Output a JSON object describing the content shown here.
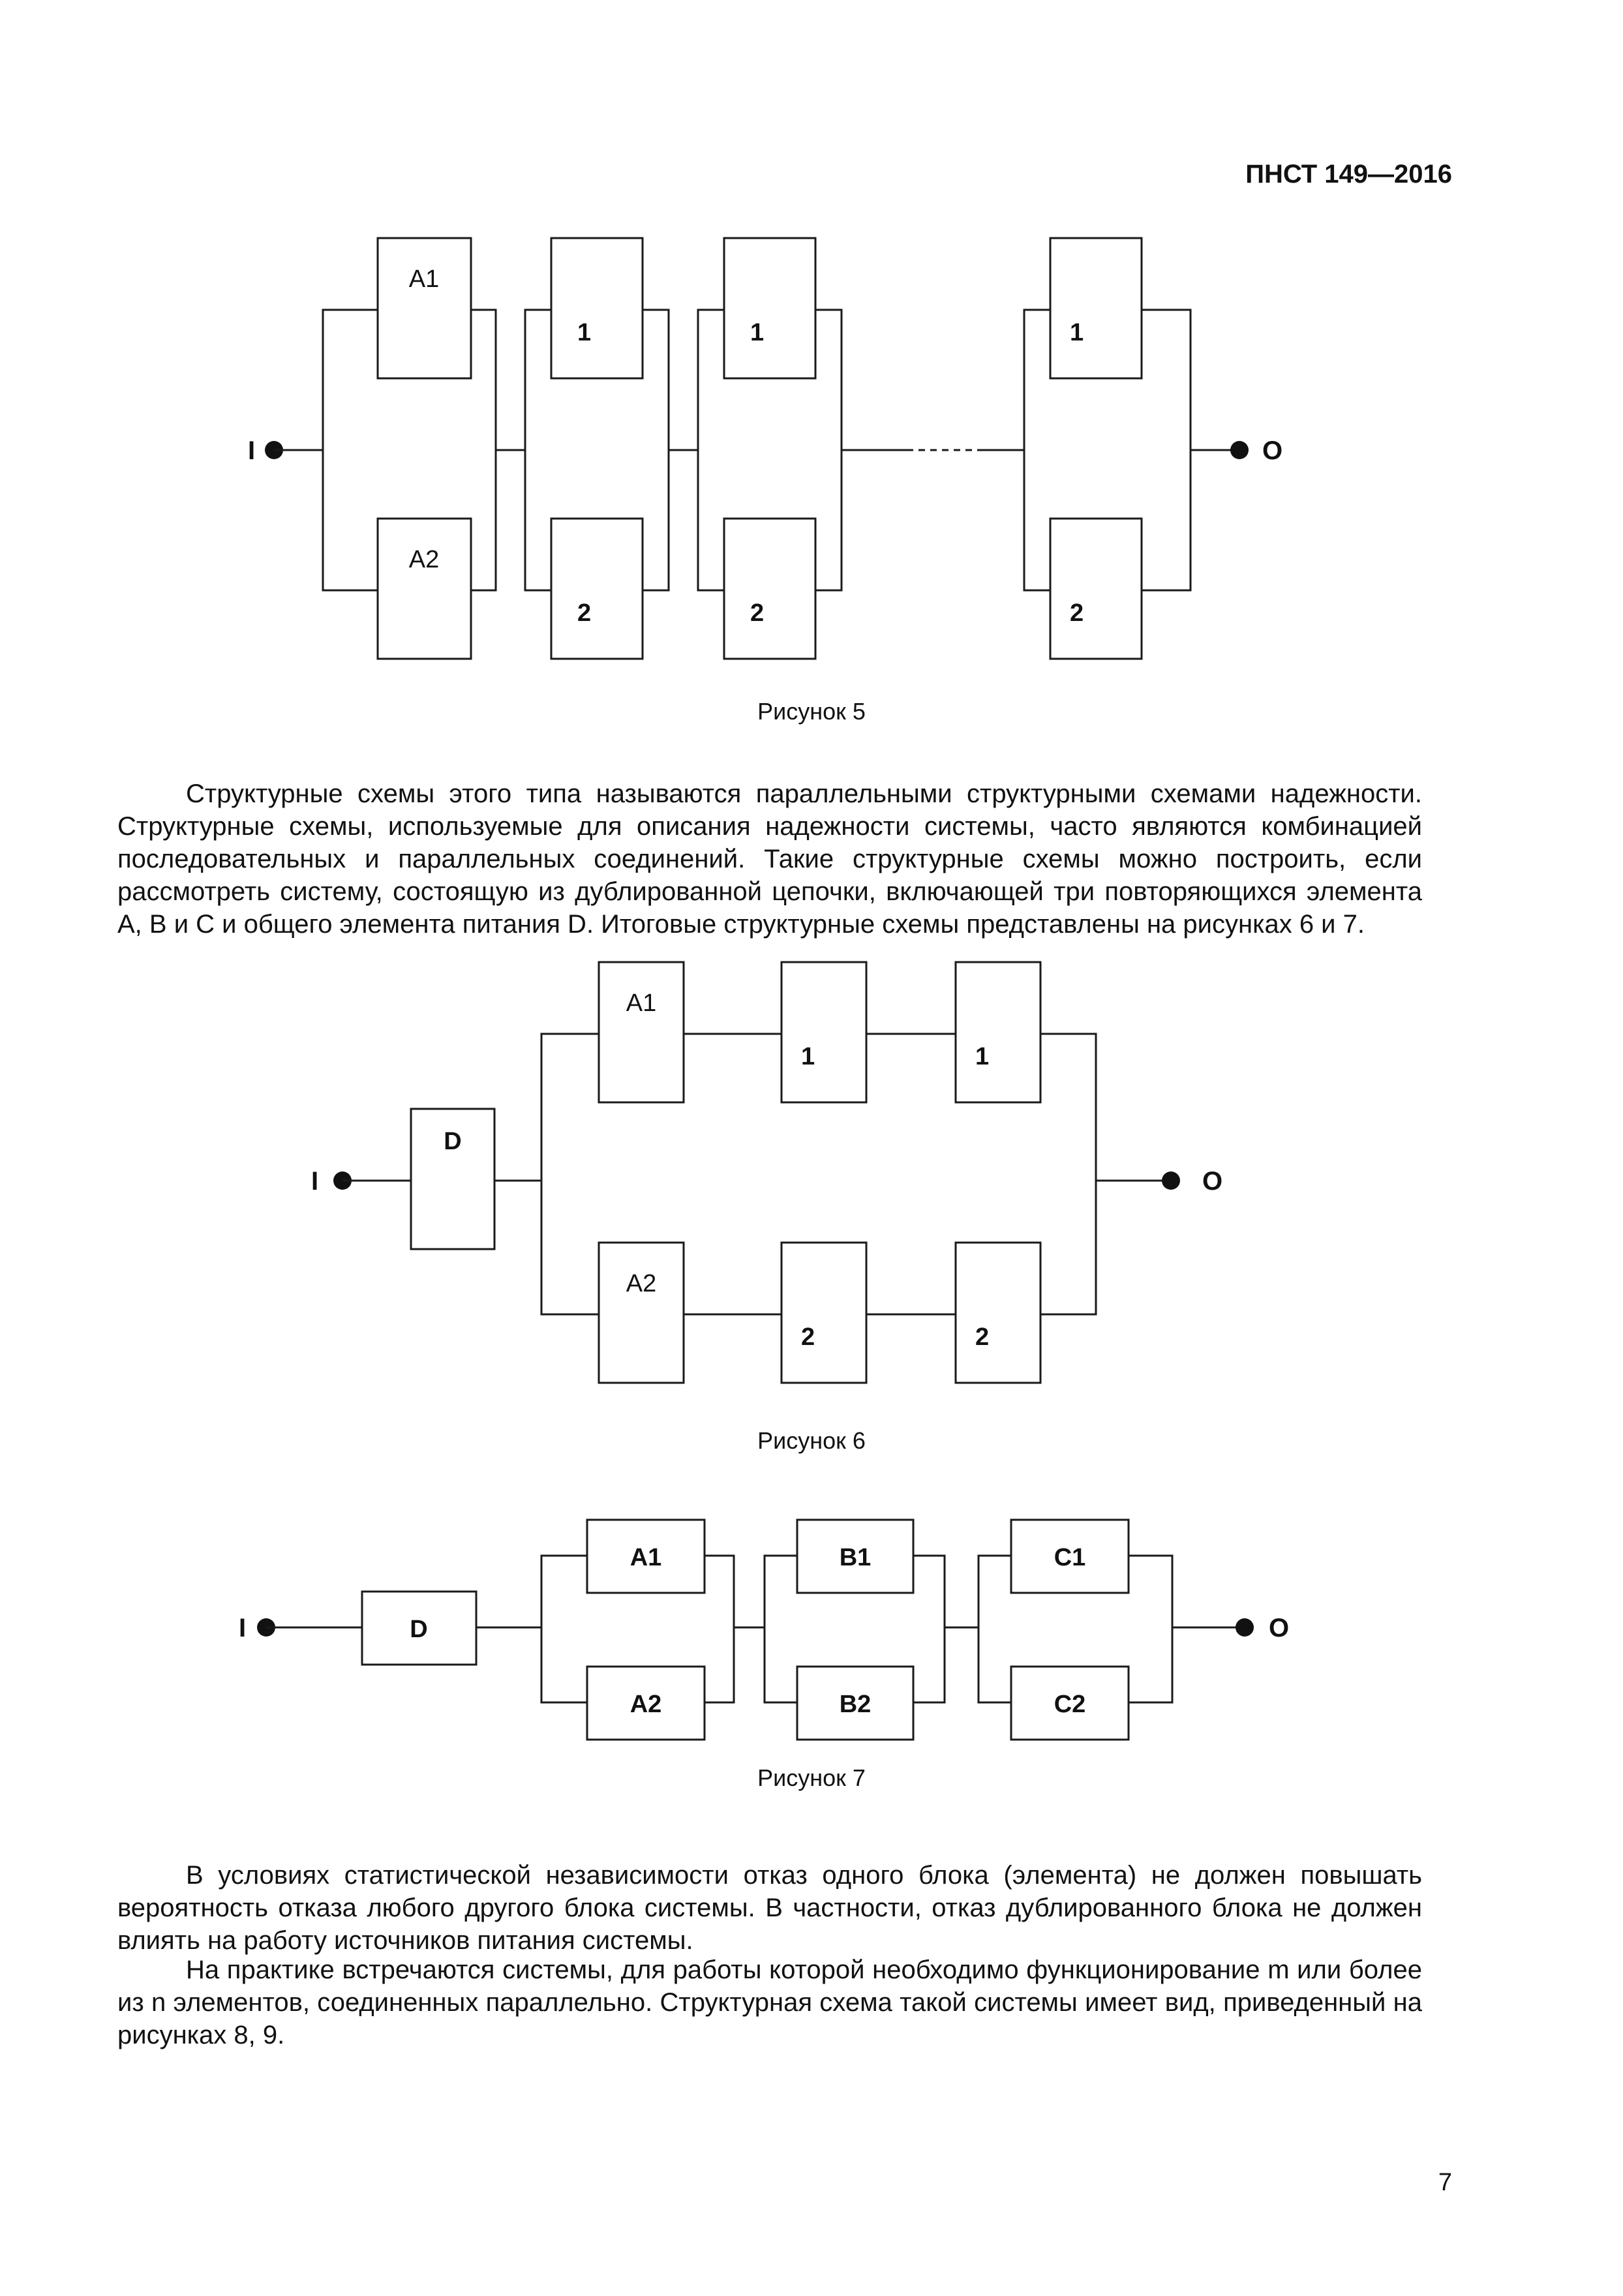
{
  "header": {
    "doc_id": "ПНСТ 149—2016"
  },
  "figure5": {
    "input": "I",
    "output": "O",
    "blocks_top": [
      "A1",
      "1",
      "1",
      "1"
    ],
    "blocks_bottom": [
      "A2",
      "2",
      "2",
      "2"
    ],
    "caption": "Рисунок 5"
  },
  "paragraph1": "Структурные схемы этого типа называются параллельными структурными схемами надежности. Структурные схемы, используемые для описания надежности системы, часто являются комбинацией последовательных и параллельных соединений. Такие структурные схемы можно построить, если рассмотреть систему, состоящую из дублированной цепочки, включающей три повторяющихся элемента A, B и C и общего элемента питания D. Итоговые структурные схемы представлены на рисунках 6 и 7.",
  "figure6": {
    "input": "I",
    "output": "O",
    "supply": "D",
    "top": [
      "A1",
      "1",
      "1"
    ],
    "bottom": [
      "A2",
      "2",
      "2"
    ],
    "caption": "Рисунок 6"
  },
  "figure7": {
    "input": "I",
    "output": "O",
    "supply": "D",
    "top": [
      "A1",
      "B1",
      "C1"
    ],
    "bottom": [
      "A2",
      "B2",
      "C2"
    ],
    "caption": "Рисунок 7"
  },
  "paragraph2": "В условиях статистической независимости отказ одного блока (элемента) не должен повышать вероятность отказа любого другого блока системы. В частности, отказ дублированного блока не должен влиять на работу источников питания системы.",
  "paragraph3": "На практике встречаются системы, для работы которой необходимо функционирование m или более из n элементов, соединенных параллельно. Структурная схема такой системы имеет вид, приведенный на рисунках 8, 9.",
  "page_number": "7"
}
